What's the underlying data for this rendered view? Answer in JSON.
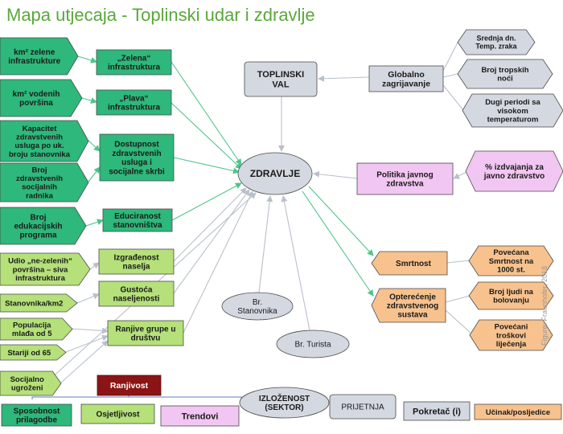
{
  "title": "Mapa utjecaja - Toplinski udar i zdravlje",
  "credit": "Figure: Fraunhofer, 2018",
  "colors": {
    "green_dark": "#2eb87b",
    "green_light": "#b5e07a",
    "grey": "#d4d8e0",
    "pink": "#f2c6f2",
    "orange": "#f7c28e",
    "darkred": "#8b1414",
    "arrow_green": "#4fc48a",
    "arrow_grey": "#b9c0cc"
  },
  "nodes": {
    "km2_zelene": "km² zelene\ninfrastrukture",
    "km2_vodenih": "km² vodenih\npovršina",
    "kapacitet": "Kapacitet\nzdravstvenih\nusluga po uk.\nbroju stanovnika",
    "broj_radnika": "Broj\nzdravstvenih\nsocijalnih\nradnika",
    "broj_edukacijskih": "Broj\nedukacijskih\nprograma",
    "zelena": "„Zelena“\ninfrastruktura",
    "plava": "„Plava“\ninfrastruktura",
    "dostupnost": "Dostupnost\nzdravstvenih\nusluga  i\nsocijalne skrbi",
    "educiranost": "Educiranost\nstanovništva",
    "udio": "Udio „ne-zelenih“\npovršina – siva\ninfrastruktura",
    "stanovnika_km2": "Stanovnika/km2",
    "populacija": "Populacija\nmlađa od 5",
    "stariji": "Stariji od 65",
    "socijalno": "Socijalno\nugroženi",
    "izgradenost": "Izgrađenost\nnaselja",
    "gustoca": "Gustoća\nnaseljenosti",
    "ranjive": "Ranjive grupe u\ndruštvu",
    "toplinski_val": "TOPLINSKI\nVAL",
    "zdravlje": "ZDRAVLJE",
    "globalno": "Globalno\nzagrijavanje",
    "srednja_dn": "Srednja dn.\nTemp. zraka",
    "tropskih": "Broj tropskih\nnoći",
    "dugi": "Dugi periodi sa\nvisokom\ntemperaturom",
    "politika": "Politika javnog\nzdravstva",
    "izdvajanja": "% izdvajanja za\njavno zdravstvo",
    "smrtnost": "Smrtnost",
    "povecana_smrtnost": "Povećana\nSmrtnost na\n1000 st.",
    "opterecenje": "Opterećenje\nzdravstvenog\nsustava",
    "bolovanje": "Broj ljudi na\nbolovanju",
    "troskovi": "Povećani\ntroškovi\nliječenja",
    "br_stanovnika": "Br.\nStanovnika",
    "br_turista": "Br. Turista"
  },
  "legend": {
    "ranjivost": "Ranjivost",
    "sposobnost": "Sposobnost\nprilagodbe",
    "osjetljivost": "Osjetljivost",
    "trendovi": "Trendovi",
    "izlozenost": "IZLOŽENOST\n(SEKTOR)",
    "prijetnja": "PRIJETNJA",
    "pokretac": "Pokretač (i)",
    "ucinak": "Učinak/posljedice"
  }
}
